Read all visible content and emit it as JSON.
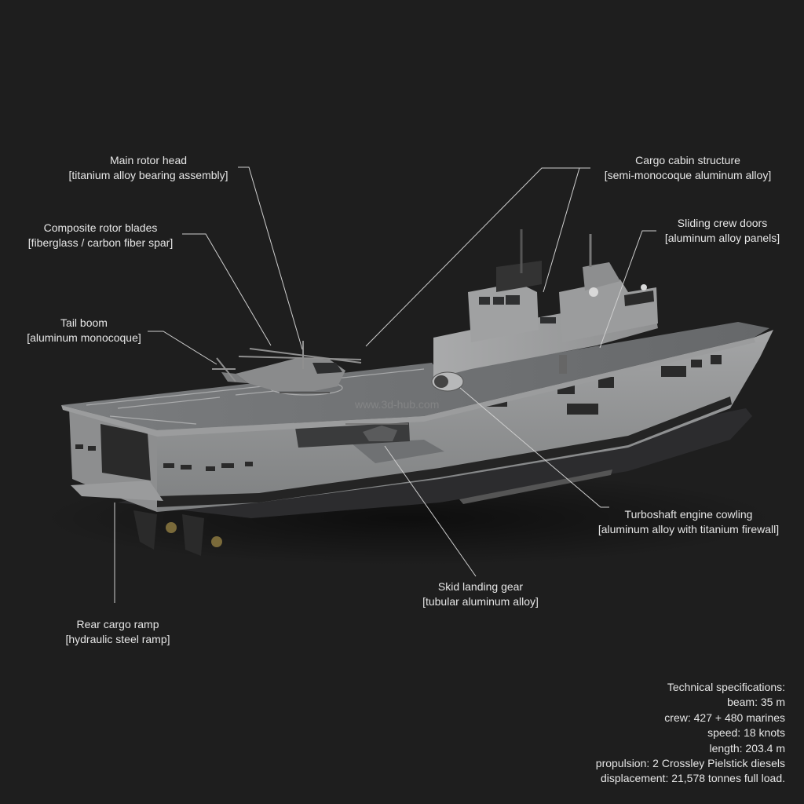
{
  "callouts": [
    {
      "id": "main-rotor-head",
      "title": "Main rotor head",
      "material": "[titanium alloy bearing assembly]"
    },
    {
      "id": "composite-rotor-blades",
      "title": "Composite rotor blades",
      "material": "[fiberglass / carbon fiber spar]"
    },
    {
      "id": "tail-boom",
      "title": "Tail boom",
      "material": "[aluminum monocoque]"
    },
    {
      "id": "cargo-cabin-structure",
      "title": "Cargo cabin structure",
      "material": "[semi-monocoque aluminum alloy]"
    },
    {
      "id": "sliding-crew-doors",
      "title": "Sliding crew doors",
      "material": "[aluminum alloy panels]"
    },
    {
      "id": "turboshaft-engine-cowling",
      "title": "Turboshaft engine cowling",
      "material": "[aluminum alloy with titanium firewall]"
    },
    {
      "id": "skid-landing-gear",
      "title": "Skid landing gear",
      "material": "[tubular aluminum alloy]"
    },
    {
      "id": "rear-cargo-ramp",
      "title": "Rear cargo ramp",
      "material": "[hydraulic steel ramp]"
    }
  ],
  "specs": {
    "heading": "Technical specifications:",
    "lines": [
      "beam: 35 m",
      "crew: 427 + 480 marines",
      "speed: 18 knots",
      "length: 203.4 m",
      "propulsion: 2 Crossley Pielstick diesels",
      "displacement: 21,578 tonnes full load."
    ]
  },
  "watermark": "www.3d-hub.com",
  "colors": {
    "background": "#1e1e1e",
    "hull": "#8c8c8c",
    "deck": "#6e7072",
    "waterline": "#2a2a2a",
    "text": "#e6e6e6",
    "leader": "#cfcfcf"
  }
}
